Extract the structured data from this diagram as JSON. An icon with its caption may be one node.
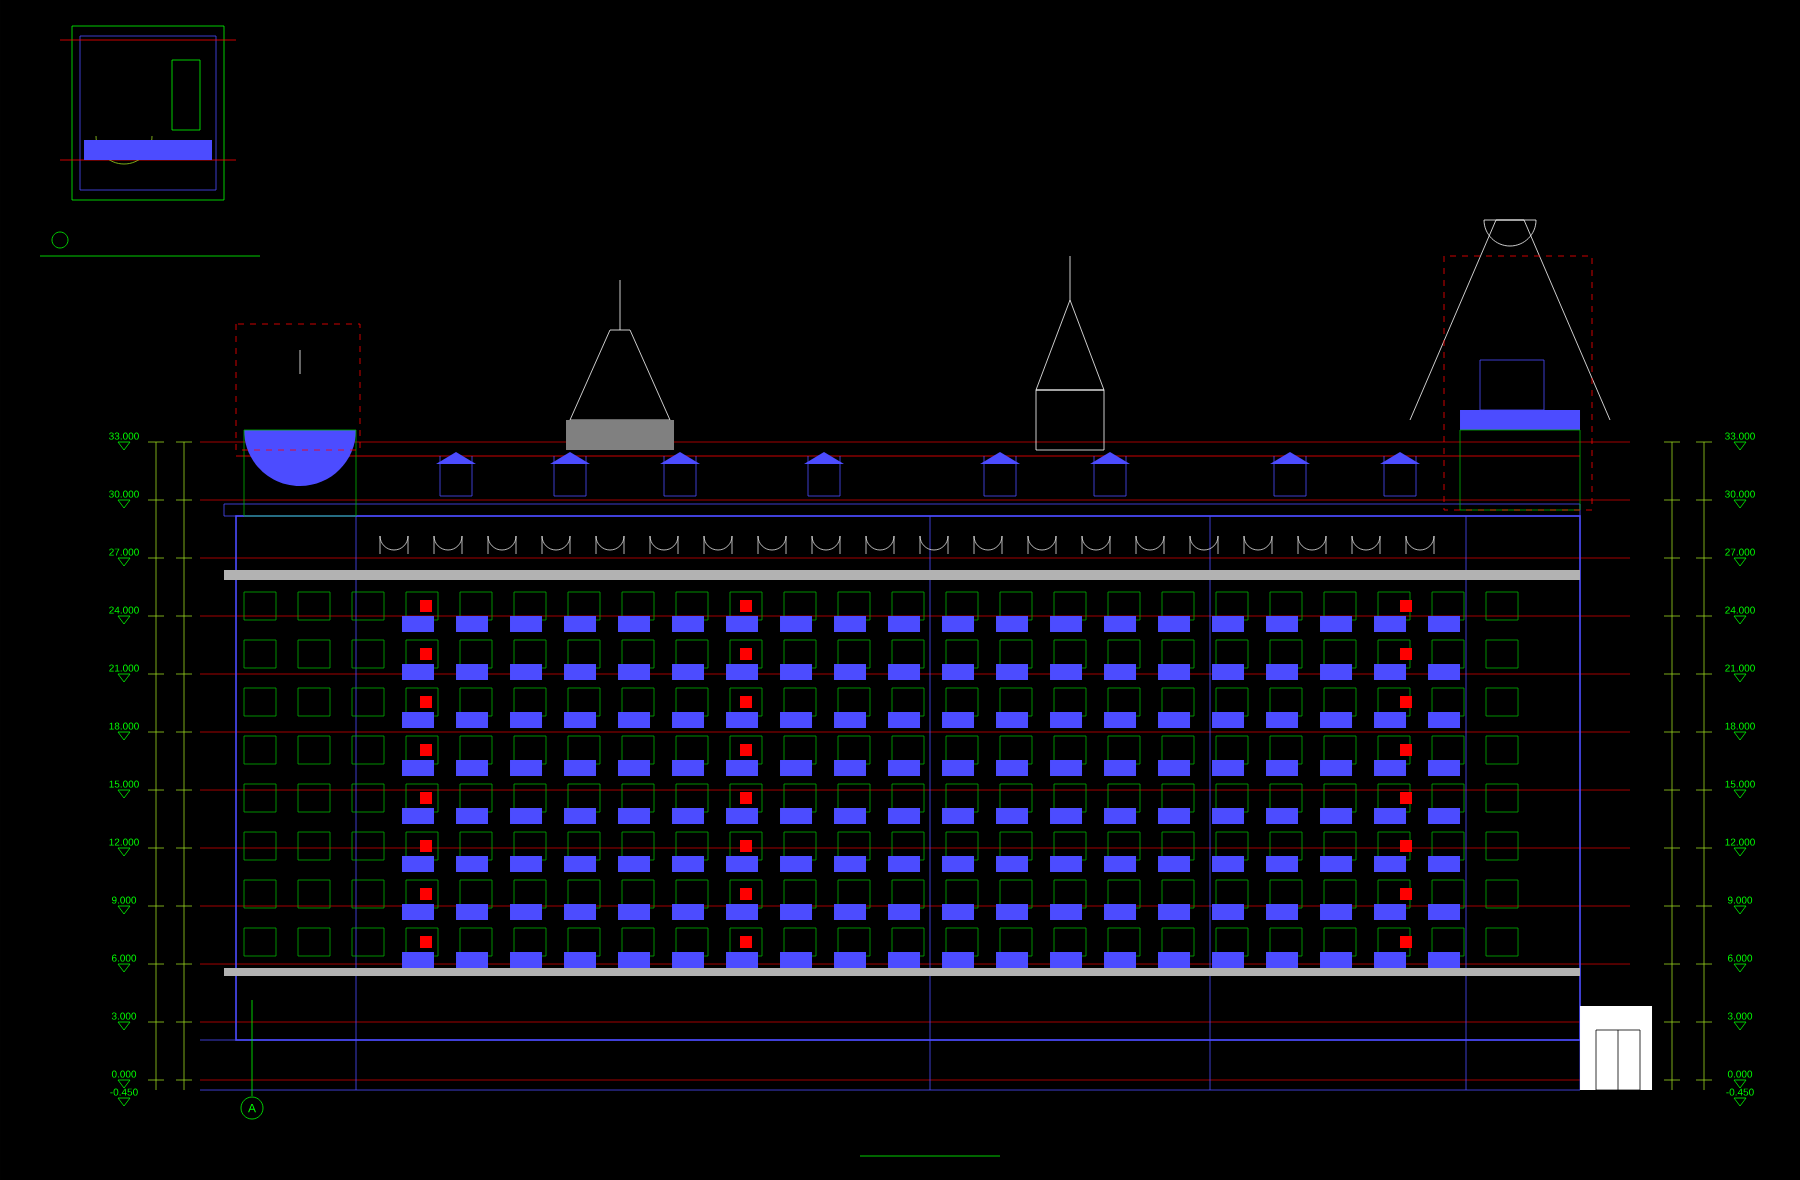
{
  "diagram": {
    "nodes": [
      {
        "text": [
          "A"
        ]
      }
    ],
    "labels": [
      "33.000",
      "30.000",
      "27.000",
      "24.000",
      "21.000",
      "18.000",
      "15.000",
      "12.000",
      "9.000",
      "6.000",
      "3.000",
      "0.000",
      "-0.450",
      "33.000",
      "30.000",
      "27.000",
      "24.000",
      "21.000",
      "18.000",
      "15.000",
      "12.000",
      "9.000",
      "6.000",
      "3.000",
      "0.000",
      "-0.450"
    ]
  }
}
